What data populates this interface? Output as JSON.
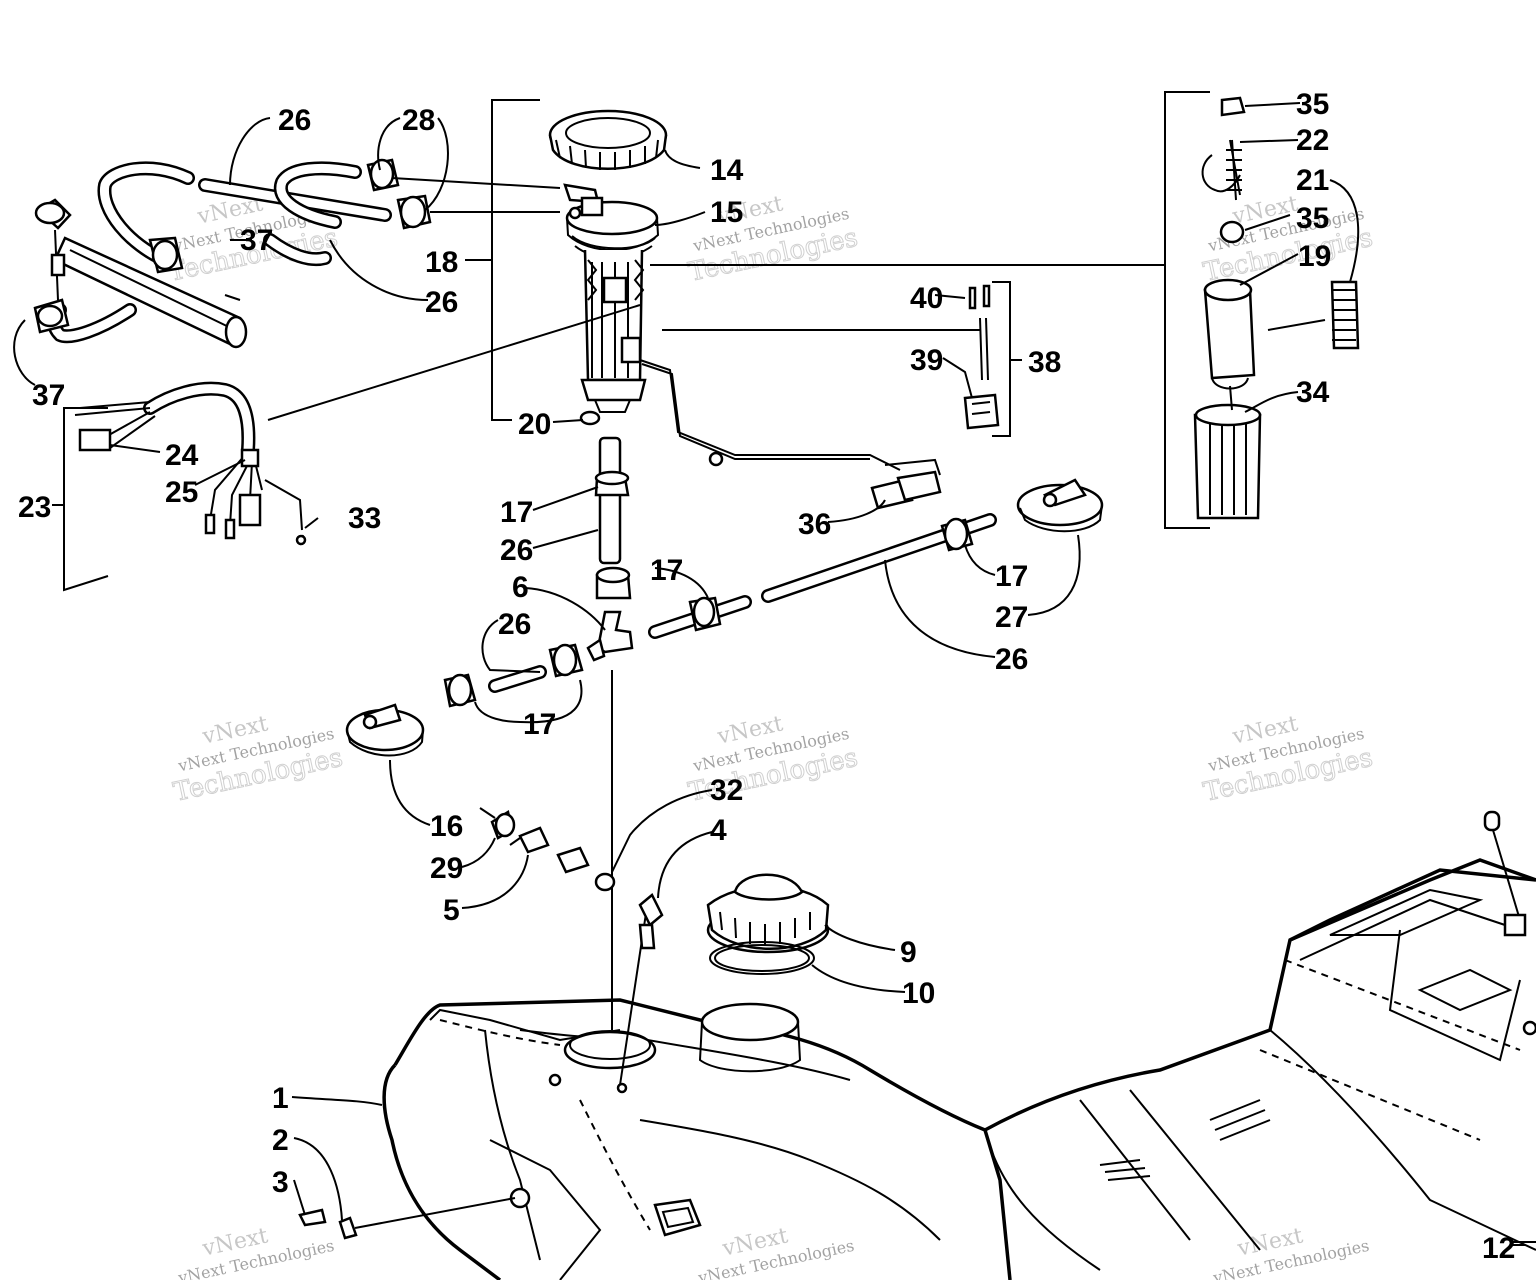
{
  "callouts": [
    {
      "id": "c1",
      "text": "1"
    },
    {
      "id": "c2",
      "text": "2"
    },
    {
      "id": "c3",
      "text": "3"
    },
    {
      "id": "c4",
      "text": "4"
    },
    {
      "id": "c5",
      "text": "5"
    },
    {
      "id": "c6",
      "text": "6"
    },
    {
      "id": "c9",
      "text": "9"
    },
    {
      "id": "c10",
      "text": "10"
    },
    {
      "id": "c12",
      "text": "12"
    },
    {
      "id": "c14",
      "text": "14"
    },
    {
      "id": "c15",
      "text": "15"
    },
    {
      "id": "c16",
      "text": "16"
    },
    {
      "id": "c17a",
      "text": "17"
    },
    {
      "id": "c17b",
      "text": "17"
    },
    {
      "id": "c17c",
      "text": "17"
    },
    {
      "id": "c17d",
      "text": "17"
    },
    {
      "id": "c18",
      "text": "18"
    },
    {
      "id": "c19",
      "text": "19"
    },
    {
      "id": "c20",
      "text": "20"
    },
    {
      "id": "c21",
      "text": "21"
    },
    {
      "id": "c22",
      "text": "22"
    },
    {
      "id": "c23",
      "text": "23"
    },
    {
      "id": "c24",
      "text": "24"
    },
    {
      "id": "c25",
      "text": "25"
    },
    {
      "id": "c26a",
      "text": "26"
    },
    {
      "id": "c26b",
      "text": "26"
    },
    {
      "id": "c26c",
      "text": "26"
    },
    {
      "id": "c26d",
      "text": "26"
    },
    {
      "id": "c26e",
      "text": "26"
    },
    {
      "id": "c27",
      "text": "27"
    },
    {
      "id": "c28",
      "text": "28"
    },
    {
      "id": "c29",
      "text": "29"
    },
    {
      "id": "c32",
      "text": "32"
    },
    {
      "id": "c33",
      "text": "33"
    },
    {
      "id": "c34",
      "text": "34"
    },
    {
      "id": "c35a",
      "text": "35"
    },
    {
      "id": "c35b",
      "text": "35"
    },
    {
      "id": "c36",
      "text": "36"
    },
    {
      "id": "c37a",
      "text": "37"
    },
    {
      "id": "c37b",
      "text": "37"
    },
    {
      "id": "c38",
      "text": "38"
    },
    {
      "id": "c39",
      "text": "39"
    },
    {
      "id": "c40",
      "text": "40"
    }
  ],
  "watermark": {
    "line1": "vNext",
    "line2": "vNext Technologies",
    "line3": "Technologies"
  }
}
